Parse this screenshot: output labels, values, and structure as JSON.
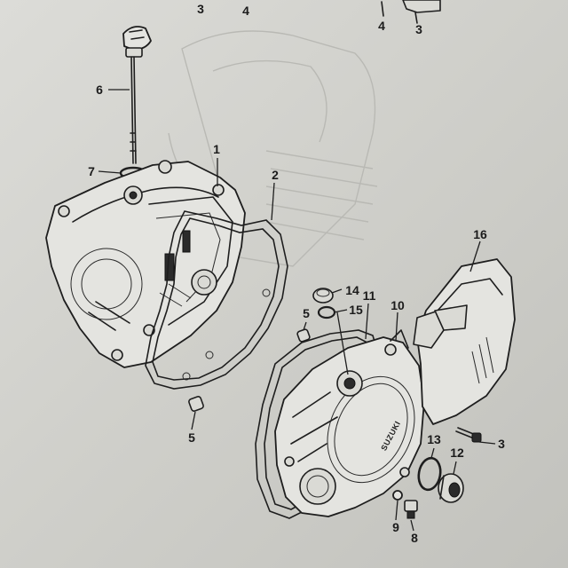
{
  "callouts": {
    "c3_top": "3",
    "c4_top": "4",
    "c4_topright": "4",
    "c3_topright": "3",
    "c6": "6",
    "c7": "7",
    "c1": "1",
    "c2": "2",
    "c16": "16",
    "c14": "14",
    "c11": "11",
    "c5_mid": "5",
    "c15": "15",
    "c10": "10",
    "c5_bottom": "5",
    "c13": "13",
    "c3_right": "3",
    "c12": "12",
    "c9": "9",
    "c8": "8"
  },
  "cover_logo": "SUZUKI"
}
